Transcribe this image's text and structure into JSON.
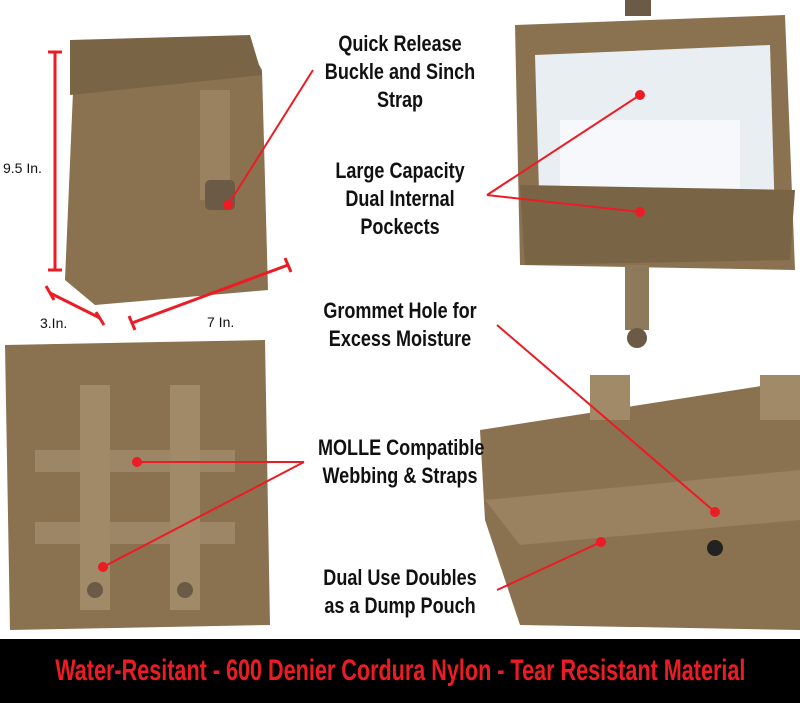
{
  "colors": {
    "accent": "#ec1c24",
    "pouch": "#8d7450",
    "banner_bg": "#000000"
  },
  "dimensions": {
    "height": "9.5 In.",
    "depth": "3.In.",
    "width": "7 In."
  },
  "callouts": [
    {
      "lines": [
        "Quick Release",
        "Buckle and Sinch",
        "Strap"
      ]
    },
    {
      "lines": [
        "Large Capacity",
        "Dual Internal",
        "Pockects"
      ]
    },
    {
      "lines": [
        "Grommet Hole for",
        "Excess Moisture"
      ]
    },
    {
      "lines": [
        "MOLLE Compatible",
        "Webbing & Straps"
      ]
    },
    {
      "lines": [
        "Dual Use Doubles",
        "as a Dump Pouch"
      ]
    }
  ],
  "banner": {
    "text": "Water-Resitant - 600 Denier Cordura Nylon - Tear Resistant Material"
  }
}
